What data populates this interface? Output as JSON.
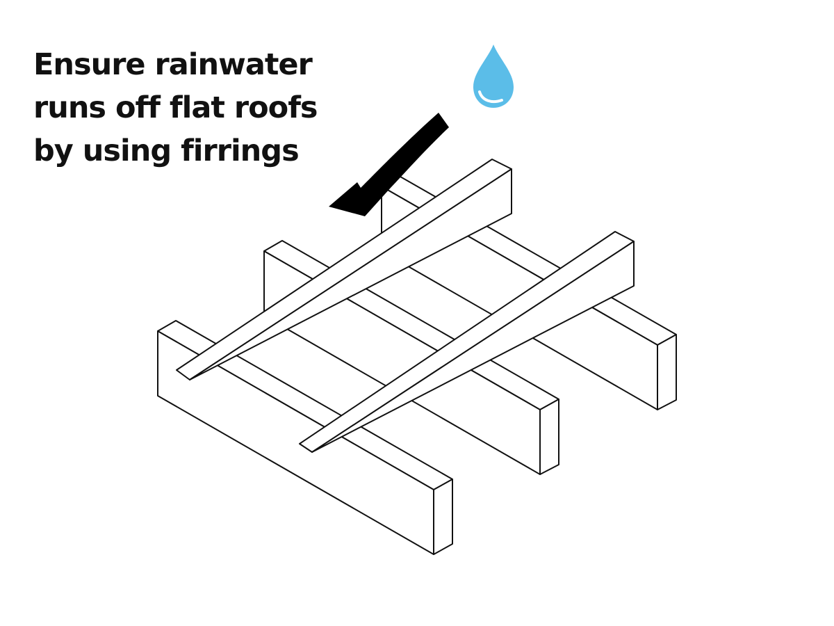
{
  "headline": {
    "lines": [
      "Ensure rainwater",
      "runs off flat roofs",
      "by using firrings"
    ]
  },
  "colors": {
    "background": "#ffffff",
    "text": "#111111",
    "outline": "#111111",
    "arrow": "#000000",
    "water_drop": "#5bbde8",
    "water_drop_highlight": "#ffffff"
  },
  "icons": {
    "drop": "water-drop-icon",
    "arrow": "runoff-arrow-icon"
  }
}
